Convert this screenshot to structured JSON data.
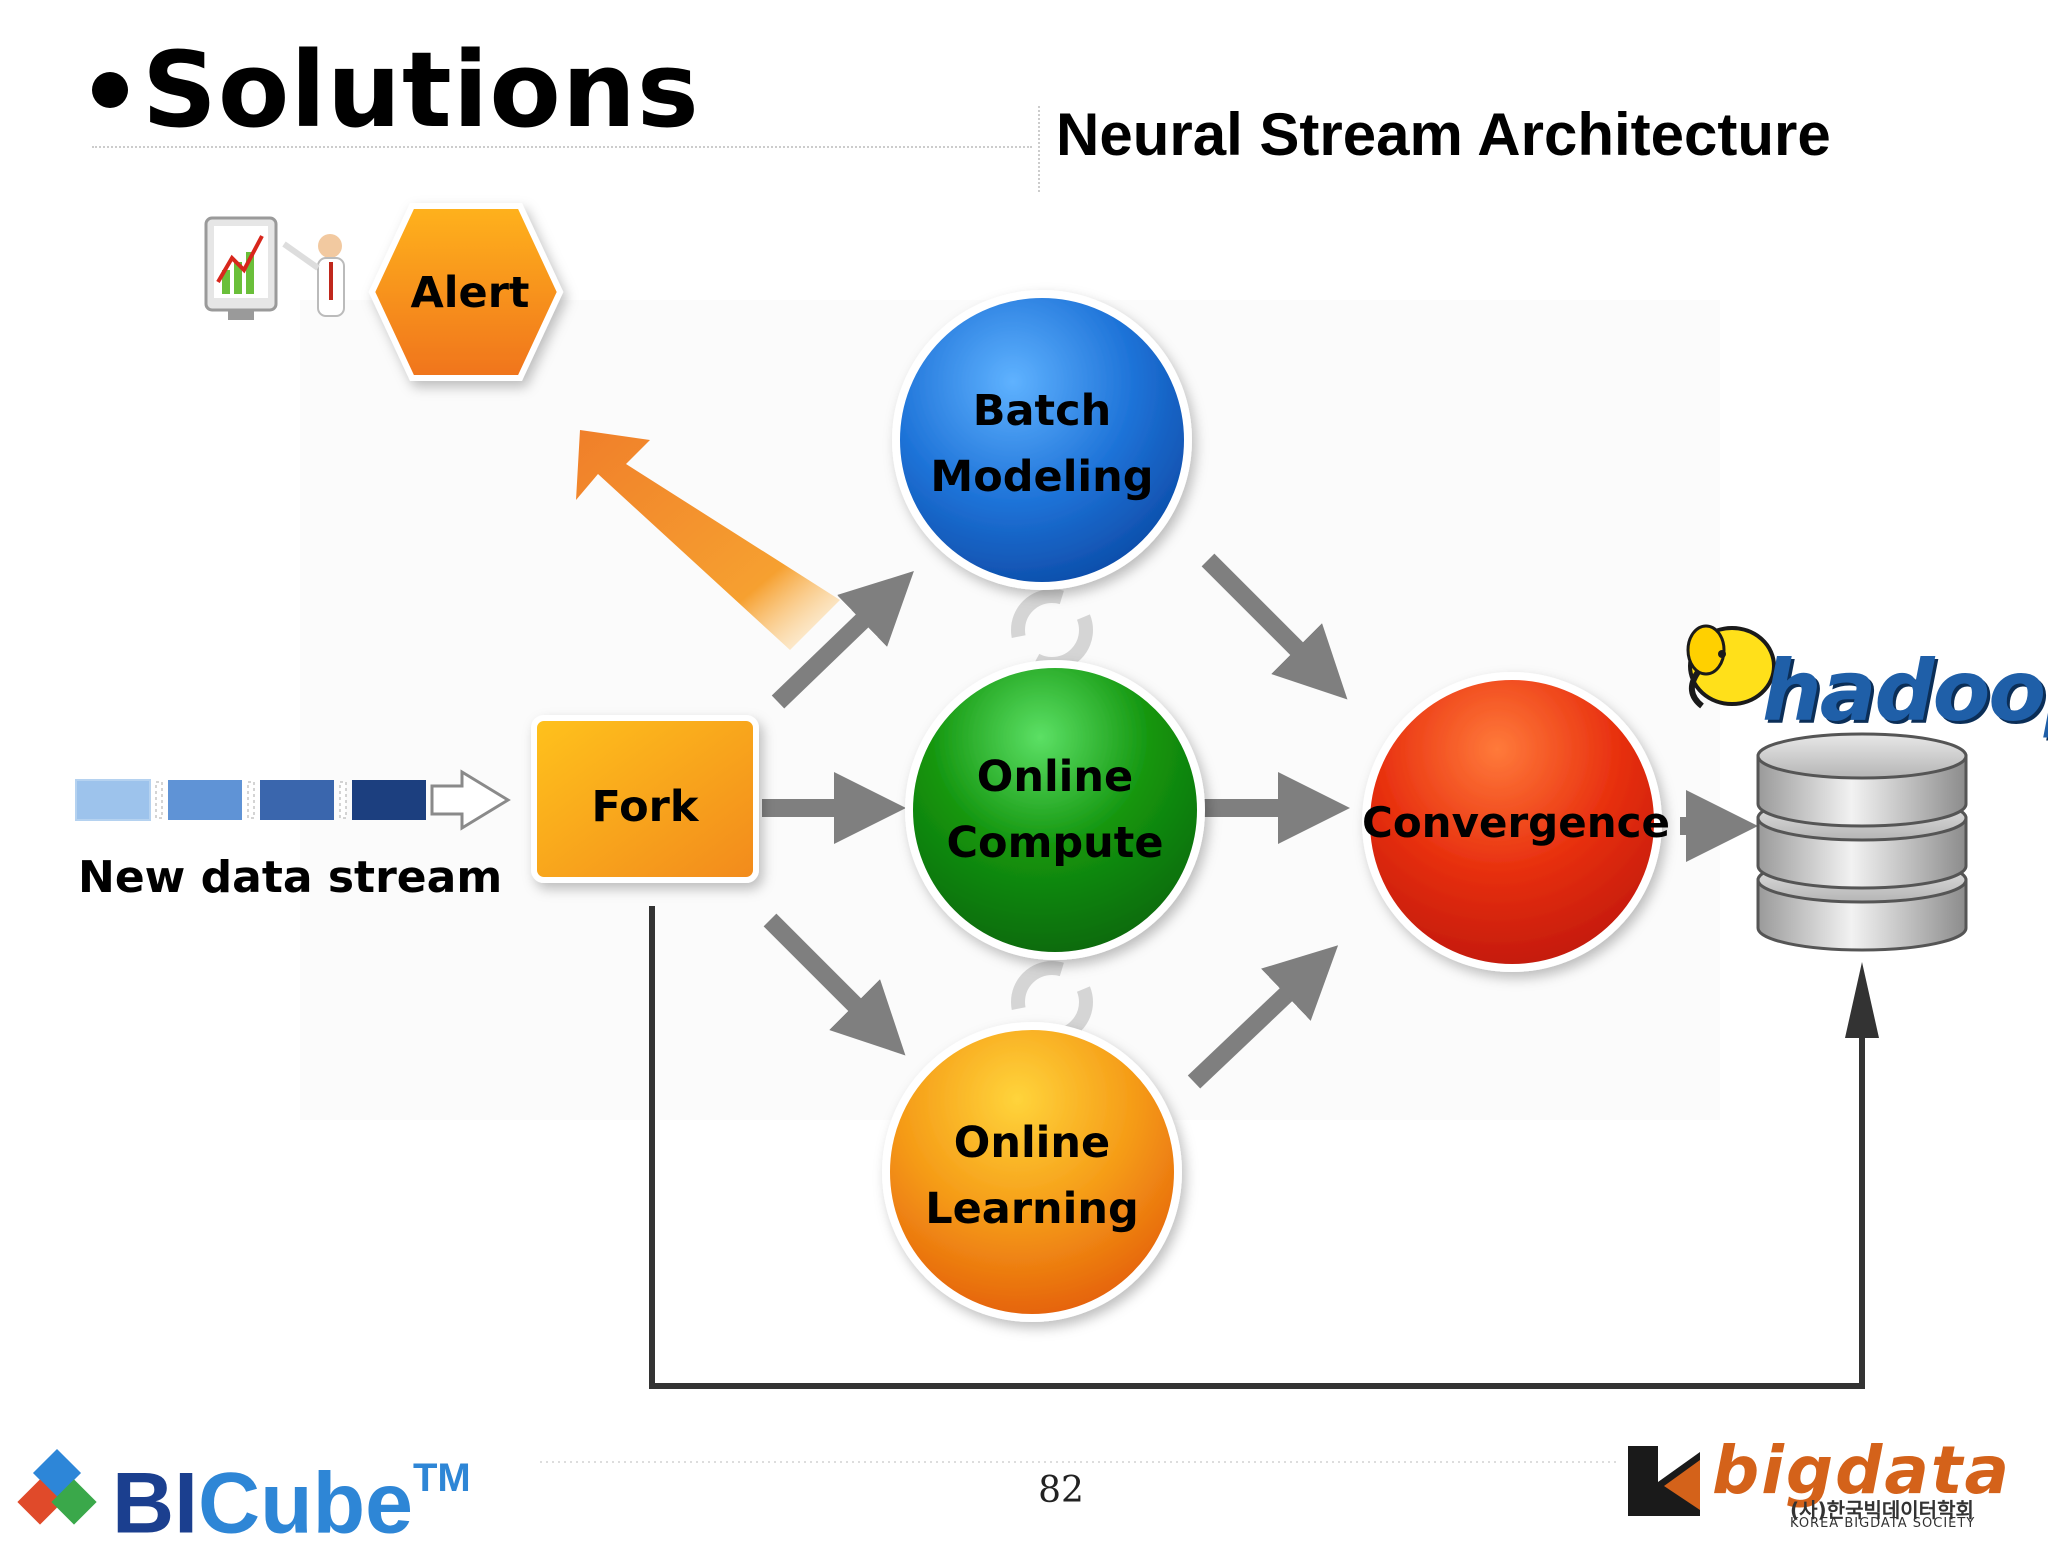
{
  "slide": {
    "title": "Solutions",
    "subtitle": "Neural Stream Architecture",
    "page_number": "82"
  },
  "nodes": {
    "alert": "Alert",
    "fork": "Fork",
    "batch": "Batch\nModeling",
    "online_compute": "Online\nCompute",
    "online_learning": "Online\nLearning",
    "convergence": "Convergence"
  },
  "stream_label": "New data stream",
  "logos": {
    "hadoop": "hadoop",
    "bicube_bi": "BI",
    "bicube_cube": "Cube",
    "bicube_tm": "TM",
    "bigdata": "bigdata",
    "bigdata_korean": "(사)한국빅데이터학회",
    "bigdata_english": "KOREA BIGDATA SOCIETY"
  },
  "colors": {
    "batch": "#1e73d8",
    "online_compute": "#1a8f1a",
    "online_learning": "#f39a14",
    "convergence": "#e0260f",
    "fork": "#f7a41c",
    "alert": "#f7a41c",
    "arrow": "#7f7f7f"
  }
}
